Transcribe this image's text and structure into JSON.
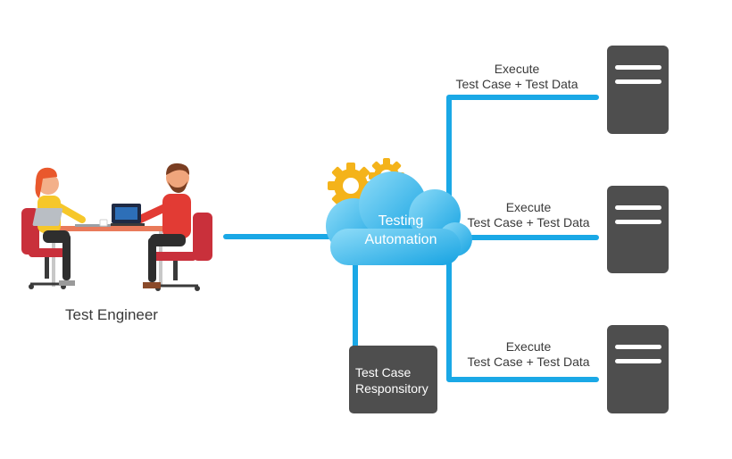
{
  "diagram": {
    "engineer_label": "Test Engineer",
    "cloud": {
      "line1": "Testing",
      "line2": "Automation"
    },
    "repository": {
      "line1": "Test Case",
      "line2": "Responsitory"
    },
    "executions": [
      {
        "line1": "Execute",
        "line2": "Test Case + Test Data"
      },
      {
        "line1": "Execute",
        "line2": "Test Case + Test Data"
      },
      {
        "line1": "Execute",
        "line2": "Test Case + Test Data"
      }
    ]
  },
  "colors": {
    "connector": "#1aa8e6",
    "cloud_light": "#7fd6f6",
    "cloud_dark": "#1aa9e4",
    "server": "#4e4e4e",
    "gear": "#f4b31a",
    "text": "#3a3a3a"
  }
}
